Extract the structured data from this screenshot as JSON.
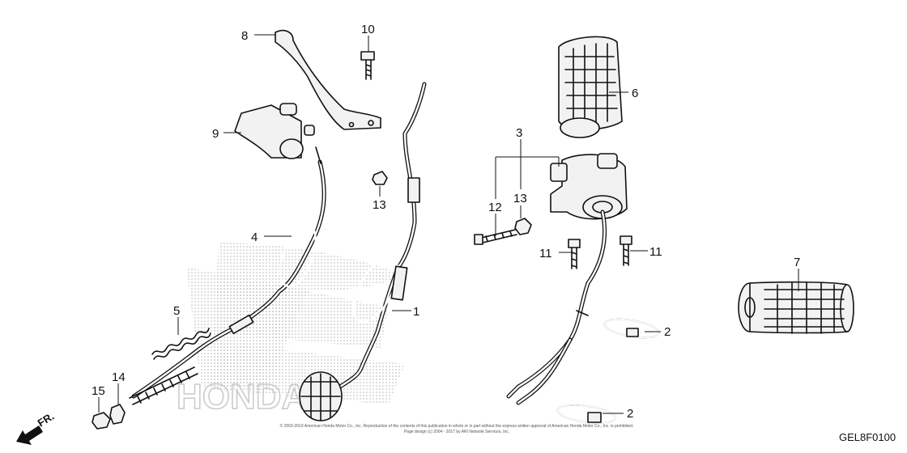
{
  "diagram": {
    "code": "GEL8F0100",
    "copyright_line1": "© 2003-2019 American Honda Motor Co., Inc. Reproduction of the contents of this publication in whole or in part without the express written approval of American Honda Motor Co., Inc. is prohibited.",
    "copyright_line2": "Page design (c) 2004 - 2017 by ARI Network Services, Inc.",
    "direction_label": "FR.",
    "watermark_text": "HONDA"
  },
  "callouts": [
    {
      "id": "c8",
      "label": "8"
    },
    {
      "id": "c10",
      "label": "10"
    },
    {
      "id": "c9",
      "label": "9"
    },
    {
      "id": "c13a",
      "label": "13"
    },
    {
      "id": "c4",
      "label": "4"
    },
    {
      "id": "c5",
      "label": "5"
    },
    {
      "id": "c1",
      "label": "1"
    },
    {
      "id": "c15",
      "label": "15"
    },
    {
      "id": "c14",
      "label": "14"
    },
    {
      "id": "c6",
      "label": "6"
    },
    {
      "id": "c3",
      "label": "3"
    },
    {
      "id": "c12",
      "label": "12"
    },
    {
      "id": "c13b",
      "label": "13"
    },
    {
      "id": "c11a",
      "label": "11"
    },
    {
      "id": "c11b",
      "label": "11"
    },
    {
      "id": "c7",
      "label": "7"
    },
    {
      "id": "c2a",
      "label": "2"
    },
    {
      "id": "c2b",
      "label": "2"
    }
  ]
}
